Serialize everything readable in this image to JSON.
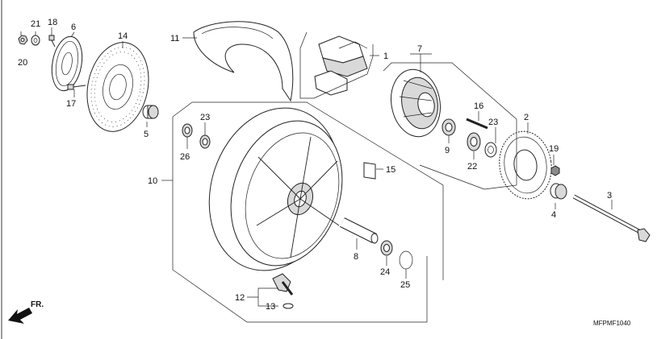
{
  "diagram": {
    "code": "MFPMF1040",
    "direction": "FR.",
    "callouts": [
      "1",
      "2",
      "3",
      "4",
      "5",
      "6",
      "7",
      "8",
      "9",
      "10",
      "11",
      "12",
      "13",
      "14",
      "15",
      "16",
      "17",
      "18",
      "19",
      "20",
      "21",
      "22",
      "23",
      "23",
      "24",
      "25",
      "26"
    ]
  }
}
